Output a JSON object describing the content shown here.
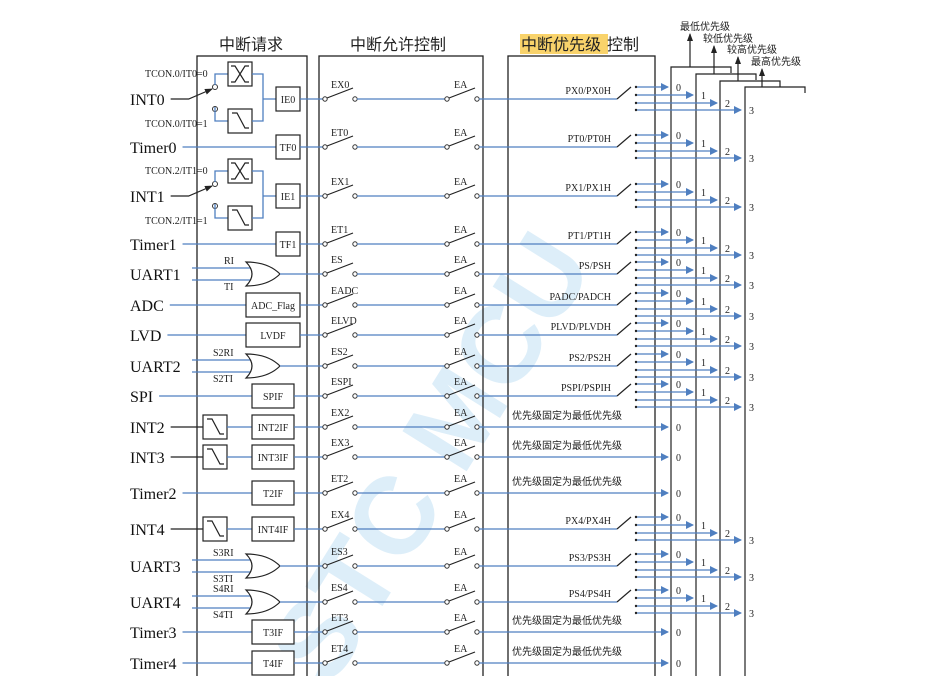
{
  "headers": {
    "request": "中断请求",
    "enable": "中断允许控制",
    "priority_highlight": "中断优先级",
    "priority_rest": "控制"
  },
  "priority_levels": [
    {
      "label": "最低优先级",
      "num": "0"
    },
    {
      "label": "较低优先级",
      "num": "1"
    },
    {
      "label": "较高优先级",
      "num": "2"
    },
    {
      "label": "最高优先级",
      "num": "3"
    }
  ],
  "fixed_priority_text": "优先级固定为最低优先级",
  "global_enable": "EA",
  "watermark": "STC MCU",
  "colors": {
    "signal": "#4f7fc0",
    "highlight": "#f9d36b"
  },
  "rows": [
    {
      "src": "INT0",
      "req": "edge-select",
      "sel": [
        "TCON.0/IT0=0",
        "TCON.0/IT0=1"
      ],
      "flag": "IE0",
      "en": "EX0",
      "pri": "PX0/PX0H"
    },
    {
      "src": "Timer0",
      "req": "flag",
      "flag": "TF0",
      "en": "ET0",
      "pri": "PT0/PT0H"
    },
    {
      "src": "INT1",
      "req": "edge-select",
      "sel": [
        "TCON.2/IT1=0",
        "TCON.2/IT1=1"
      ],
      "flag": "IE1",
      "en": "EX1",
      "pri": "PX1/PX1H"
    },
    {
      "src": "Timer1",
      "req": "flag",
      "flag": "TF1",
      "en": "ET1",
      "pri": "PT1/PT1H"
    },
    {
      "src": "UART1",
      "req": "or-gate",
      "inputs": [
        "RI",
        "TI"
      ],
      "en": "ES",
      "pri": "PS/PSH"
    },
    {
      "src": "ADC",
      "req": "flag-wide",
      "flag": "ADC_Flag",
      "en": "EADC",
      "pri": "PADC/PADCH"
    },
    {
      "src": "LVD",
      "req": "flag-wide",
      "flag": "LVDF",
      "en": "ELVD",
      "pri": "PLVD/PLVDH"
    },
    {
      "src": "UART2",
      "req": "or-gate",
      "inputs": [
        "S2RI",
        "S2TI"
      ],
      "en": "ES2",
      "pri": "PS2/PS2H"
    },
    {
      "src": "SPI",
      "req": "flag-mid",
      "flag": "SPIF",
      "en": "ESPI",
      "pri": "PSPI/PSPIH"
    },
    {
      "src": "INT2",
      "req": "falling-edge",
      "flag": "INT2IF",
      "en": "EX2",
      "pri": null
    },
    {
      "src": "INT3",
      "req": "falling-edge",
      "flag": "INT3IF",
      "en": "EX3",
      "pri": null
    },
    {
      "src": "Timer2",
      "req": "flag-mid",
      "flag": "T2IF",
      "en": "ET2",
      "pri": null
    },
    {
      "src": "INT4",
      "req": "falling-edge",
      "flag": "INT4IF",
      "en": "EX4",
      "pri": "PX4/PX4H"
    },
    {
      "src": "UART3",
      "req": "or-gate",
      "inputs": [
        "S3RI",
        "S3TI"
      ],
      "en": "ES3",
      "pri": "PS3/PS3H"
    },
    {
      "src": "UART4",
      "req": "or-gate",
      "inputs": [
        "S4RI",
        "S4TI"
      ],
      "en": "ES4",
      "pri": "PS4/PS4H"
    },
    {
      "src": "Timer3",
      "req": "flag-mid",
      "flag": "T3IF",
      "en": "ET3",
      "pri": null
    },
    {
      "src": "Timer4",
      "req": "flag-mid",
      "flag": "T4IF",
      "en": "ET4",
      "pri": null
    }
  ]
}
